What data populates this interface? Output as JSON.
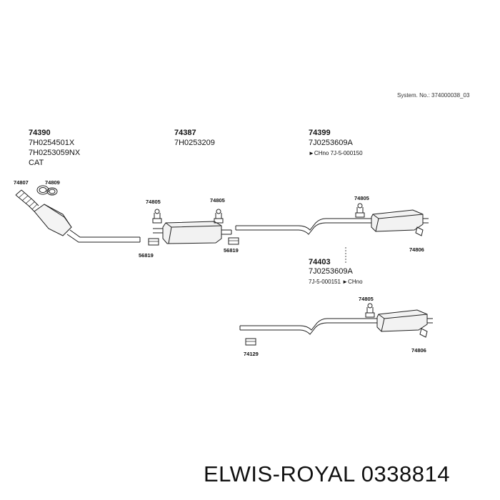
{
  "system_label": "System. No.: 374000038_03",
  "groups": [
    {
      "part": "74390",
      "codes": [
        "7H0254501X",
        "7H0253059NX",
        "CAT"
      ]
    },
    {
      "part": "74387",
      "codes": [
        "7H0253209"
      ]
    },
    {
      "part": "74399",
      "codes": [
        "7J0253609A"
      ],
      "note": "►CHno 7J-5-000150"
    },
    {
      "part": "74403",
      "codes": [
        "7J0253609A"
      ],
      "note": "7J-5-000151 ►CHno"
    }
  ],
  "callouts": {
    "c74807": "74807",
    "c74809": "74809",
    "c74805a": "74805",
    "c56819a": "56819",
    "c74805b": "74805",
    "c56819b": "56819",
    "c74805c": "74805",
    "c74806a": "74806",
    "c74805d": "74805",
    "c74129": "74129",
    "c74806b": "74806"
  },
  "footer": "ELWIS-ROYAL 0338814"
}
